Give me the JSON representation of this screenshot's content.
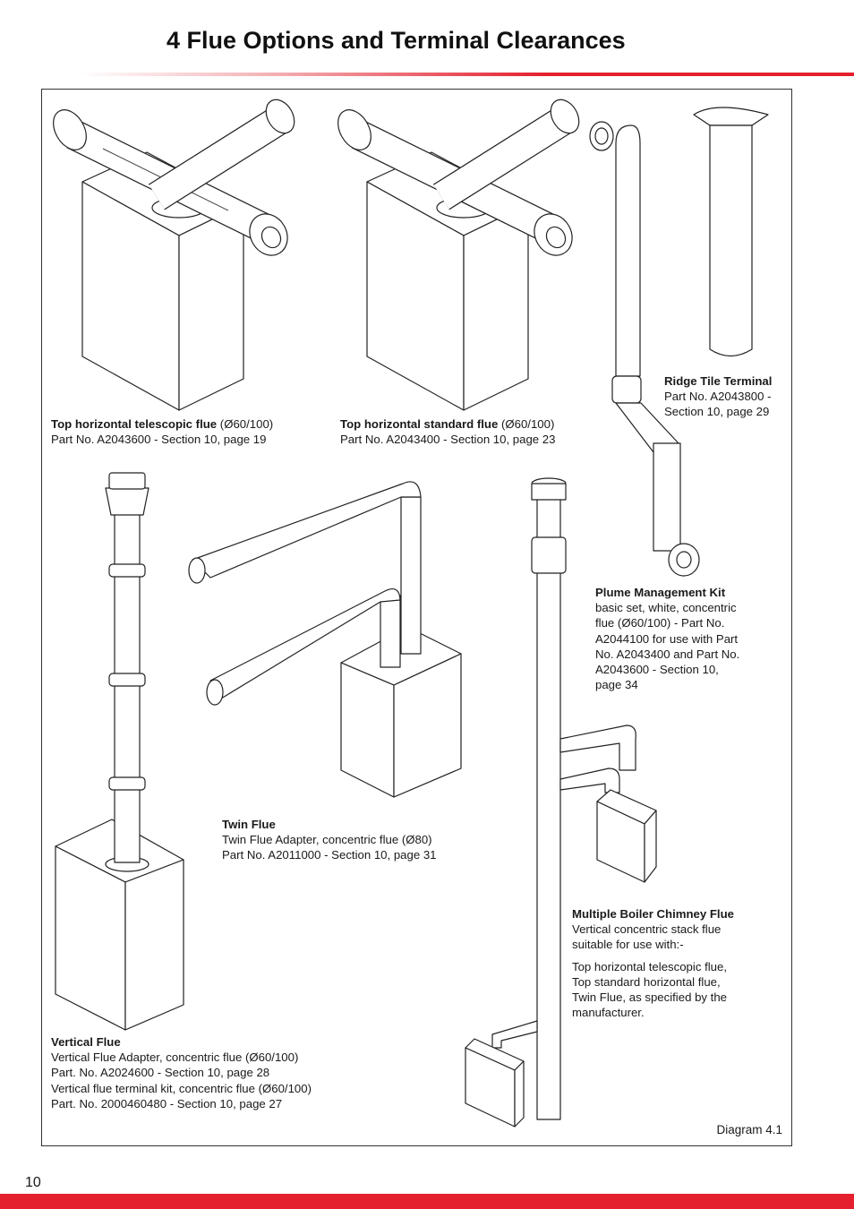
{
  "header": {
    "title": "4  Flue Options and Terminal Clearances"
  },
  "captions": {
    "telescopic": {
      "title": "Top horizontal telescopic flue",
      "spec": " (Ø60/100)",
      "line2": "Part No. A2043600 - Section 10, page 19"
    },
    "standard": {
      "title": "Top horizontal standard flue",
      "spec": " (Ø60/100)",
      "line2": "Part No. A2043400 - Section 10, page 23"
    },
    "ridge": {
      "title": "Ridge Tile Terminal",
      "line2": "Part No. A2043800 -",
      "line3": "Section 10, page 29"
    },
    "plume": {
      "title": "Plume Management Kit",
      "lines": [
        "basic set, white, concentric",
        "flue (Ø60/100) - Part No.",
        "A2044100 for use with Part",
        "No. A2043400 and Part No.",
        "A2043600 - Section 10,",
        "page 34"
      ]
    },
    "twin": {
      "title": "Twin Flue",
      "line2": "Twin Flue Adapter, concentric flue (Ø80)",
      "line3": "Part No. A2011000 - Section 10, page 31"
    },
    "multiple": {
      "title": "Multiple Boiler Chimney Flue",
      "lines": [
        "Vertical concentric stack flue",
        "suitable for use with:-"
      ],
      "lines2": [
        "Top horizontal telescopic flue,",
        "Top standard horizontal flue,",
        "Twin Flue, as specified by the",
        "manufacturer."
      ]
    },
    "vertical": {
      "title": "Vertical Flue",
      "lines": [
        "Vertical Flue Adapter, concentric flue (Ø60/100)",
        "Part. No. A2024600 - Section 10, page 28",
        "Vertical flue terminal kit, concentric flue (Ø60/100)",
        "Part. No. 2000460480 - Section 10, page 27"
      ]
    }
  },
  "diagram_label": "Diagram 4.1",
  "page_number": "10",
  "colors": {
    "accent": "#e4202e",
    "line": "#222222"
  }
}
